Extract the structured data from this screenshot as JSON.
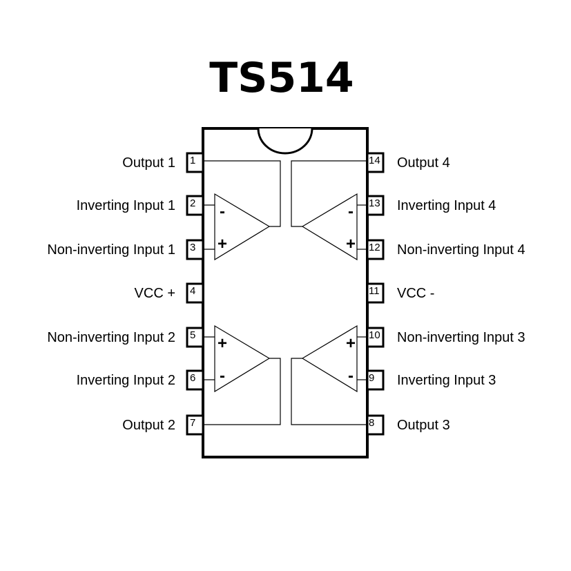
{
  "title": "TS514",
  "pins": [
    {
      "number": "1",
      "label": "Output 1",
      "side": "left"
    },
    {
      "number": "2",
      "label": "Inverting Input 1",
      "side": "left"
    },
    {
      "number": "3",
      "label": "Non-inverting Input 1",
      "side": "left"
    },
    {
      "number": "4",
      "label": "VCC +",
      "side": "left"
    },
    {
      "number": "5",
      "label": "Non-inverting Input 2",
      "side": "left"
    },
    {
      "number": "6",
      "label": "Inverting Input 2",
      "side": "left"
    },
    {
      "number": "7",
      "label": "Output 2",
      "side": "left"
    },
    {
      "number": "14",
      "label": "Output 4",
      "side": "right"
    },
    {
      "number": "13",
      "label": "Inverting Input 4",
      "side": "right"
    },
    {
      "number": "12",
      "label": "Non-inverting Input 4",
      "side": "right"
    },
    {
      "number": "11",
      "label": "VCC -",
      "side": "right"
    },
    {
      "number": "10",
      "label": "Non-inverting Input 3",
      "side": "right"
    },
    {
      "number": "9",
      "label": "Inverting Input 3",
      "side": "right"
    },
    {
      "number": "8",
      "label": "Output 3",
      "side": "right"
    }
  ],
  "opamps": [
    {
      "name": "opamp-1",
      "top_sign": "-",
      "bottom_sign": "+"
    },
    {
      "name": "opamp-4",
      "top_sign": "-",
      "bottom_sign": "+"
    },
    {
      "name": "opamp-2",
      "top_sign": "+",
      "bottom_sign": "-"
    },
    {
      "name": "opamp-3",
      "top_sign": "+",
      "bottom_sign": "-"
    }
  ]
}
